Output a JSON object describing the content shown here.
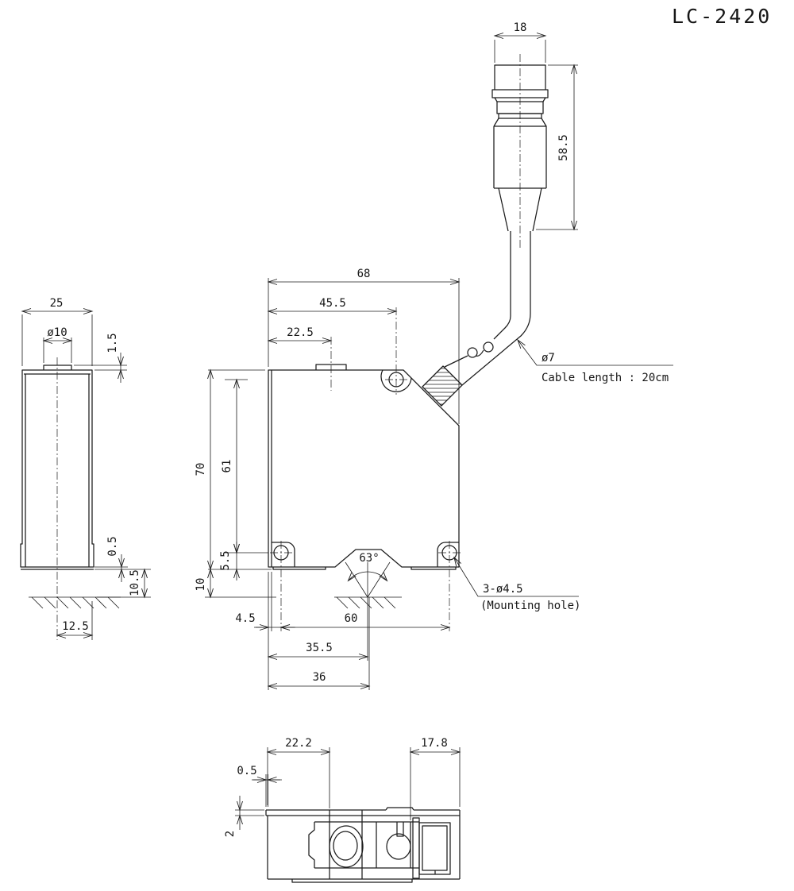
{
  "title": "LC-2420",
  "connector_view": {
    "dim_width": "18",
    "dim_height": "58.5"
  },
  "cable": {
    "diameter_label": "ø7",
    "length_label": "Cable length : 20cm"
  },
  "front_view": {
    "dim_overall_width": "68",
    "dim_left_to_top_hole": "45.5",
    "dim_left_to_boss": "22.5",
    "dim_overall_height": "70",
    "dim_hole_span_vertical": "61",
    "dim_hole_to_bottom": "5.5",
    "dim_standoff": "10",
    "dim_edge_to_hole": "4.5",
    "dim_hole_span_horizontal": "60",
    "dim_left_to_beam": "35.5",
    "dim_left_to_beam_outer": "36",
    "dim_beam_angle": "63°",
    "mounting_hole_label": "3-ø4.5",
    "mounting_hole_note": "(Mounting hole)"
  },
  "side_view": {
    "dim_width": "25",
    "dim_boss_diameter": "ø10",
    "dim_boss_height": "1.5",
    "dim_foot_height": "0.5",
    "dim_standoff": "10.5",
    "dim_center_to_edge": "12.5"
  },
  "bottom_view": {
    "dim_left_section": "22.2",
    "dim_right_section": "17.8",
    "dim_lip": "0.5",
    "dim_plate_thickness": "2"
  }
}
